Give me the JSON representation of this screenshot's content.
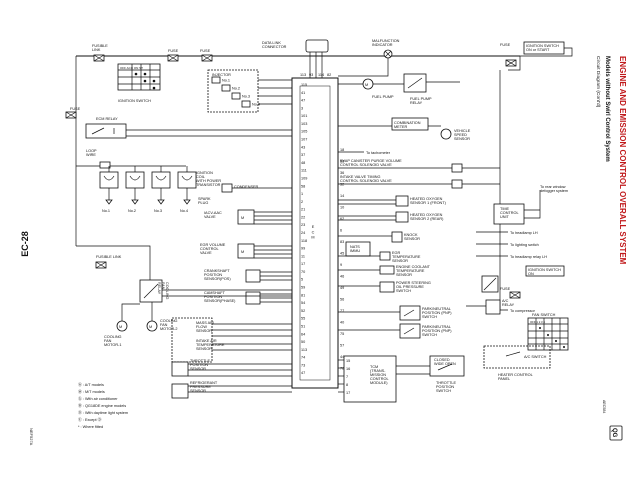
{
  "page": {
    "title": "ENGINE AND EMISSION CONTROL OVERALL SYSTEM",
    "subtitle": "Circuit Diagram (Cont'd)",
    "heading": "Models without Swirl Control System",
    "page_number": "EC-28",
    "badge": "QG",
    "doc_code": "AEC584",
    "fig_code": "NEF527A",
    "title_color": "#c0191b"
  },
  "labels": {
    "fusible_link_top": "FUSIBLE\nLINK",
    "fuse_1": "FUSE",
    "fuse_2": "FUSE",
    "fuse_3": "FUSE",
    "fuse_4": "FUSE",
    "fuse_5": "FUSE",
    "ignition_switch_1": "IGNITION SWITCH",
    "ignition_switch_2": "IGNITION SWITCH\nON or START",
    "ignition_switch_3": "IGNITION SWITCH\nON",
    "off_acc_on_st": "OFF ACC ON ST",
    "data_link": "DATA LINK\nCONNECTOR",
    "malfunction_indicator": "MALFUNCTION\nINDICATOR",
    "injector": "INJECTOR",
    "no1": "No.1",
    "no2": "No.2",
    "no3": "No.3",
    "no4": "No.4",
    "ecm_relay": "ECM RELAY",
    "loop_wire": "LOOP\nWIRE",
    "ignition_coil": "IGNITION\nCOIL\nWITH POWER\nTRANSISTOR",
    "condenser": "CONDENSER",
    "spark_plug": "SPARK\nPLUG",
    "iacv": "IACV-AAC\nVALVE",
    "egr_volume": "EGR VOLUME\nCONTROL\nVALVE",
    "crankshaft": "CRANKSHAFT\nPOSITION\nSENSOR(POS)",
    "camshaft": "CAMSHAFT\nPOSITION\nSENSOR(PHASE)",
    "fusible_link_mid": "FUSIBLE LINK",
    "cooling_fan_relay": "COOLING\nFAN\nRELAY",
    "cooling_fan_1": "COOLING\nFAN\nMOTOR-1",
    "cooling_fan_2": "COOLING\nFAN\nMOTOR-2",
    "maf": "MASS AIR\nFLOW\nSENSOR",
    "intake_air_temp": "INTAKE AIR\nTEMPERATURE\nSENSOR",
    "throttle_pos": "THROTTLE\nPOSITION\nSENSOR",
    "refrigerant": "REFRIGERANT\nPRESSURE\nSENSOR",
    "fuel_pump": "FUEL PUMP",
    "fuel_pump_relay": "FUEL PUMP\nRELAY",
    "combination_meter": "COMBINATION\nMETER",
    "vehicle_speed": "VEHICLE\nSPEED\nSENSOR",
    "to_tachometer": "To tachometer",
    "evap": "EVAP CANISTER PURGE VOLUME\nCONTROL SOLENOID VALVE",
    "intake_valve_timing": "INTAKE VALVE TIMING\nCONTROL SOLENOID VALVE",
    "rear_window": "To rear window\ndefogger system",
    "ho2s1": "HEATED OXYGEN\nSENSOR 1 (FRONT)",
    "ho2s2": "HEATED OXYGEN\nSENSOR 2 (REAR)",
    "time_control": "TIME\nCONTROL\nUNIT",
    "knock": "KNOCK\nSENSOR",
    "nats": "NATS\nIMMU",
    "headlamp_lh": "To headlamp LH",
    "lighting_switch": "To lighting switch",
    "headlamp_relay": "To headlamp relay LH",
    "egr_temp": "EGR\nTEMPERATURE\nSENSOR",
    "coolant_temp": "ENGINE COOLANT\nTEMPERATURE\nSENSOR",
    "ps_oil": "POWER STEERING\nOIL PRESSURE\nSWITCH",
    "to_compressor": "To compressor",
    "park_neutral_1": "PARK/NEUTRAL\nPOSITION (PNP)\nSWITCH",
    "park_neutral_2": "PARK/NEUTRAL\nPOSITION (PNP)\nSWITCH",
    "fan_switch": "FAN SWITCH",
    "ac_relay": "A/C\nRELAY",
    "ac_switch": "A/C SWITCH",
    "heater_panel": "HEATER CONTROL\nPANEL",
    "tcm": "TCM\n(TRANS-\nMISSION\nCONTROL\nMODULE)",
    "closed_wide": "CLOSED\nWIDE OPEN",
    "throttle_pos_switch": "THROTTLE\nPOSITION\nSWITCH",
    "ecm": "E\nC\nM",
    "fan_switch_cols": "OFF 1 2 3 4"
  },
  "legend": [
    "Ⓐ : A/T models",
    "Ⓜ : M/T models",
    "Ⓢ : With air conditioner",
    "Ⓑ : QG18DE engine models",
    "Ⓓ : With daytime light system",
    "Ⓔ : Except Ⓓ",
    "* : Where fitted"
  ],
  "ecm_pins_left": [
    "115",
    "41",
    "47",
    "3",
    "101",
    "103",
    "105",
    "107",
    "43",
    "37",
    "48",
    "111",
    "109",
    "58",
    "1",
    "2",
    "21",
    "22",
    "23",
    "24",
    "118",
    "99",
    "11",
    "17",
    "70",
    "5",
    "59",
    "81",
    "54",
    "52",
    "55",
    "51",
    "64",
    "50",
    "113",
    "74",
    "73",
    "47"
  ],
  "ecm_pins_top": [
    "113",
    "93",
    "114",
    "82"
  ],
  "ecm_pins_right": [
    "18",
    "38",
    "36",
    "32",
    "14",
    "10",
    "62",
    "6",
    "83",
    "45",
    "9",
    "46",
    "49",
    "56",
    "77",
    "40",
    "75",
    "57",
    "44",
    "78"
  ],
  "tcm_pins": [
    "15",
    "16",
    "7",
    "8",
    "17"
  ]
}
